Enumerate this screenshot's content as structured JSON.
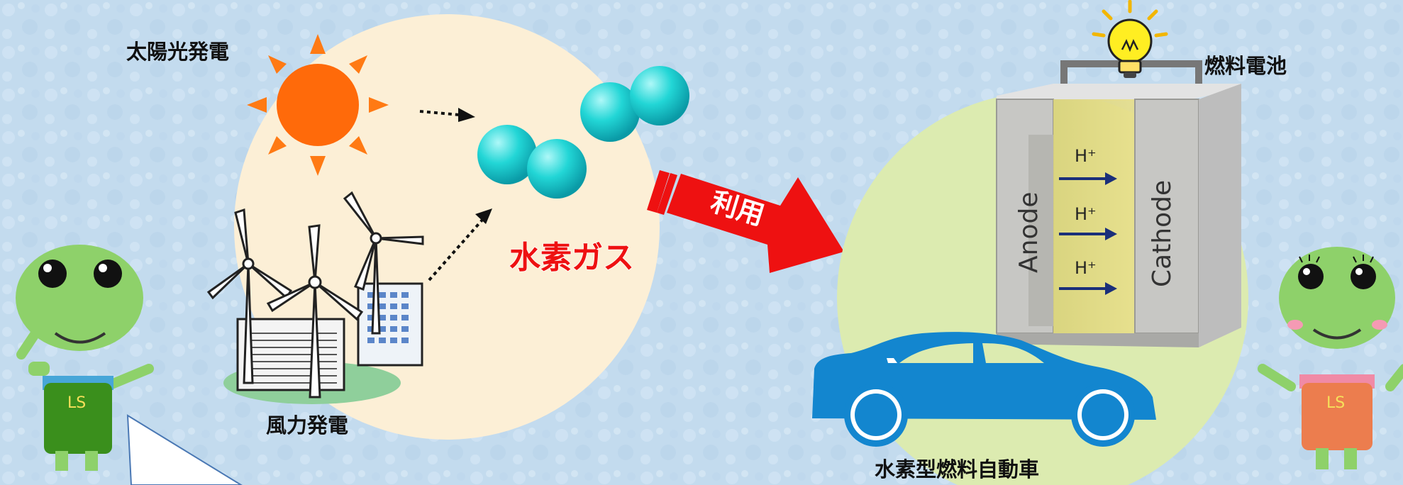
{
  "labels": {
    "solar": "太陽光発電",
    "wind": "風力発電",
    "hydrogen_gas": "水素ガス",
    "use_arrow": "利用",
    "fuel_cell": "燃料電池",
    "hydrogen_car": "水素型燃料自動車"
  },
  "fuel_cell": {
    "anode": "Anode",
    "cathode": "Cathode",
    "ions": [
      "H⁺",
      "H⁺",
      "H⁺"
    ]
  },
  "mascots": {
    "left_apron": "LS",
    "right_apron": "LS"
  },
  "colors": {
    "background": "#c6ddef",
    "left_circle": "#fcefd6",
    "right_circle": "#dcebb0",
    "sun": "#ff6a0a",
    "hydrogen": "#1fd0d0",
    "arrow": "#ee1111",
    "car": "#1386cf",
    "hydrogen_label": "#ee1111"
  }
}
